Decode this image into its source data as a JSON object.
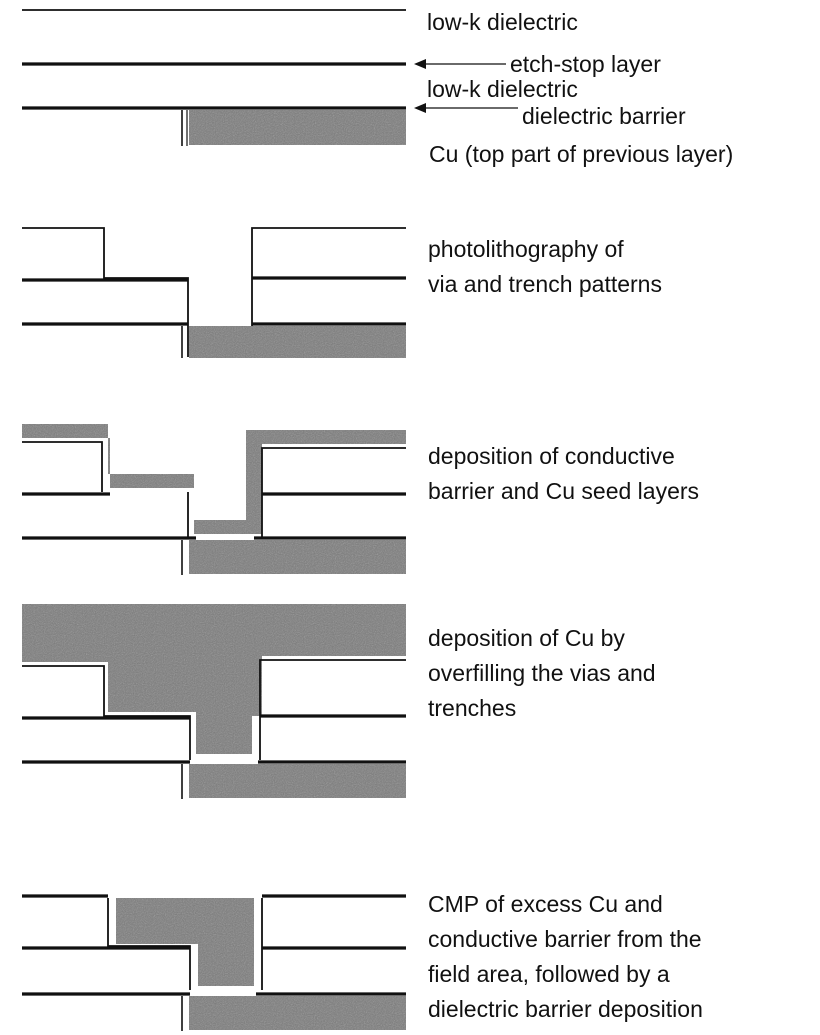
{
  "colors": {
    "line": "#111111",
    "copper": "#7a7a7a",
    "background": "#ffffff"
  },
  "step1": {
    "label_low_k_top": "low-k dielectric",
    "label_etch_stop": "etch-stop layer",
    "label_low_k_mid": "low-k dielectric",
    "label_dielectric_barrier": "dielectric barrier",
    "label_cu_previous": "Cu (top part of previous layer)"
  },
  "step2": {
    "lines": [
      "photolithography of",
      "via and trench patterns"
    ]
  },
  "step3": {
    "lines": [
      "deposition of conductive",
      "barrier and Cu seed layers"
    ]
  },
  "step4": {
    "lines": [
      "deposition of Cu by",
      "overfilling the vias and",
      "trenches"
    ]
  },
  "step5": {
    "lines": [
      "CMP of excess Cu and",
      "conductive barrier from the",
      "field area, followed by a",
      "dielectric barrier deposition"
    ]
  }
}
